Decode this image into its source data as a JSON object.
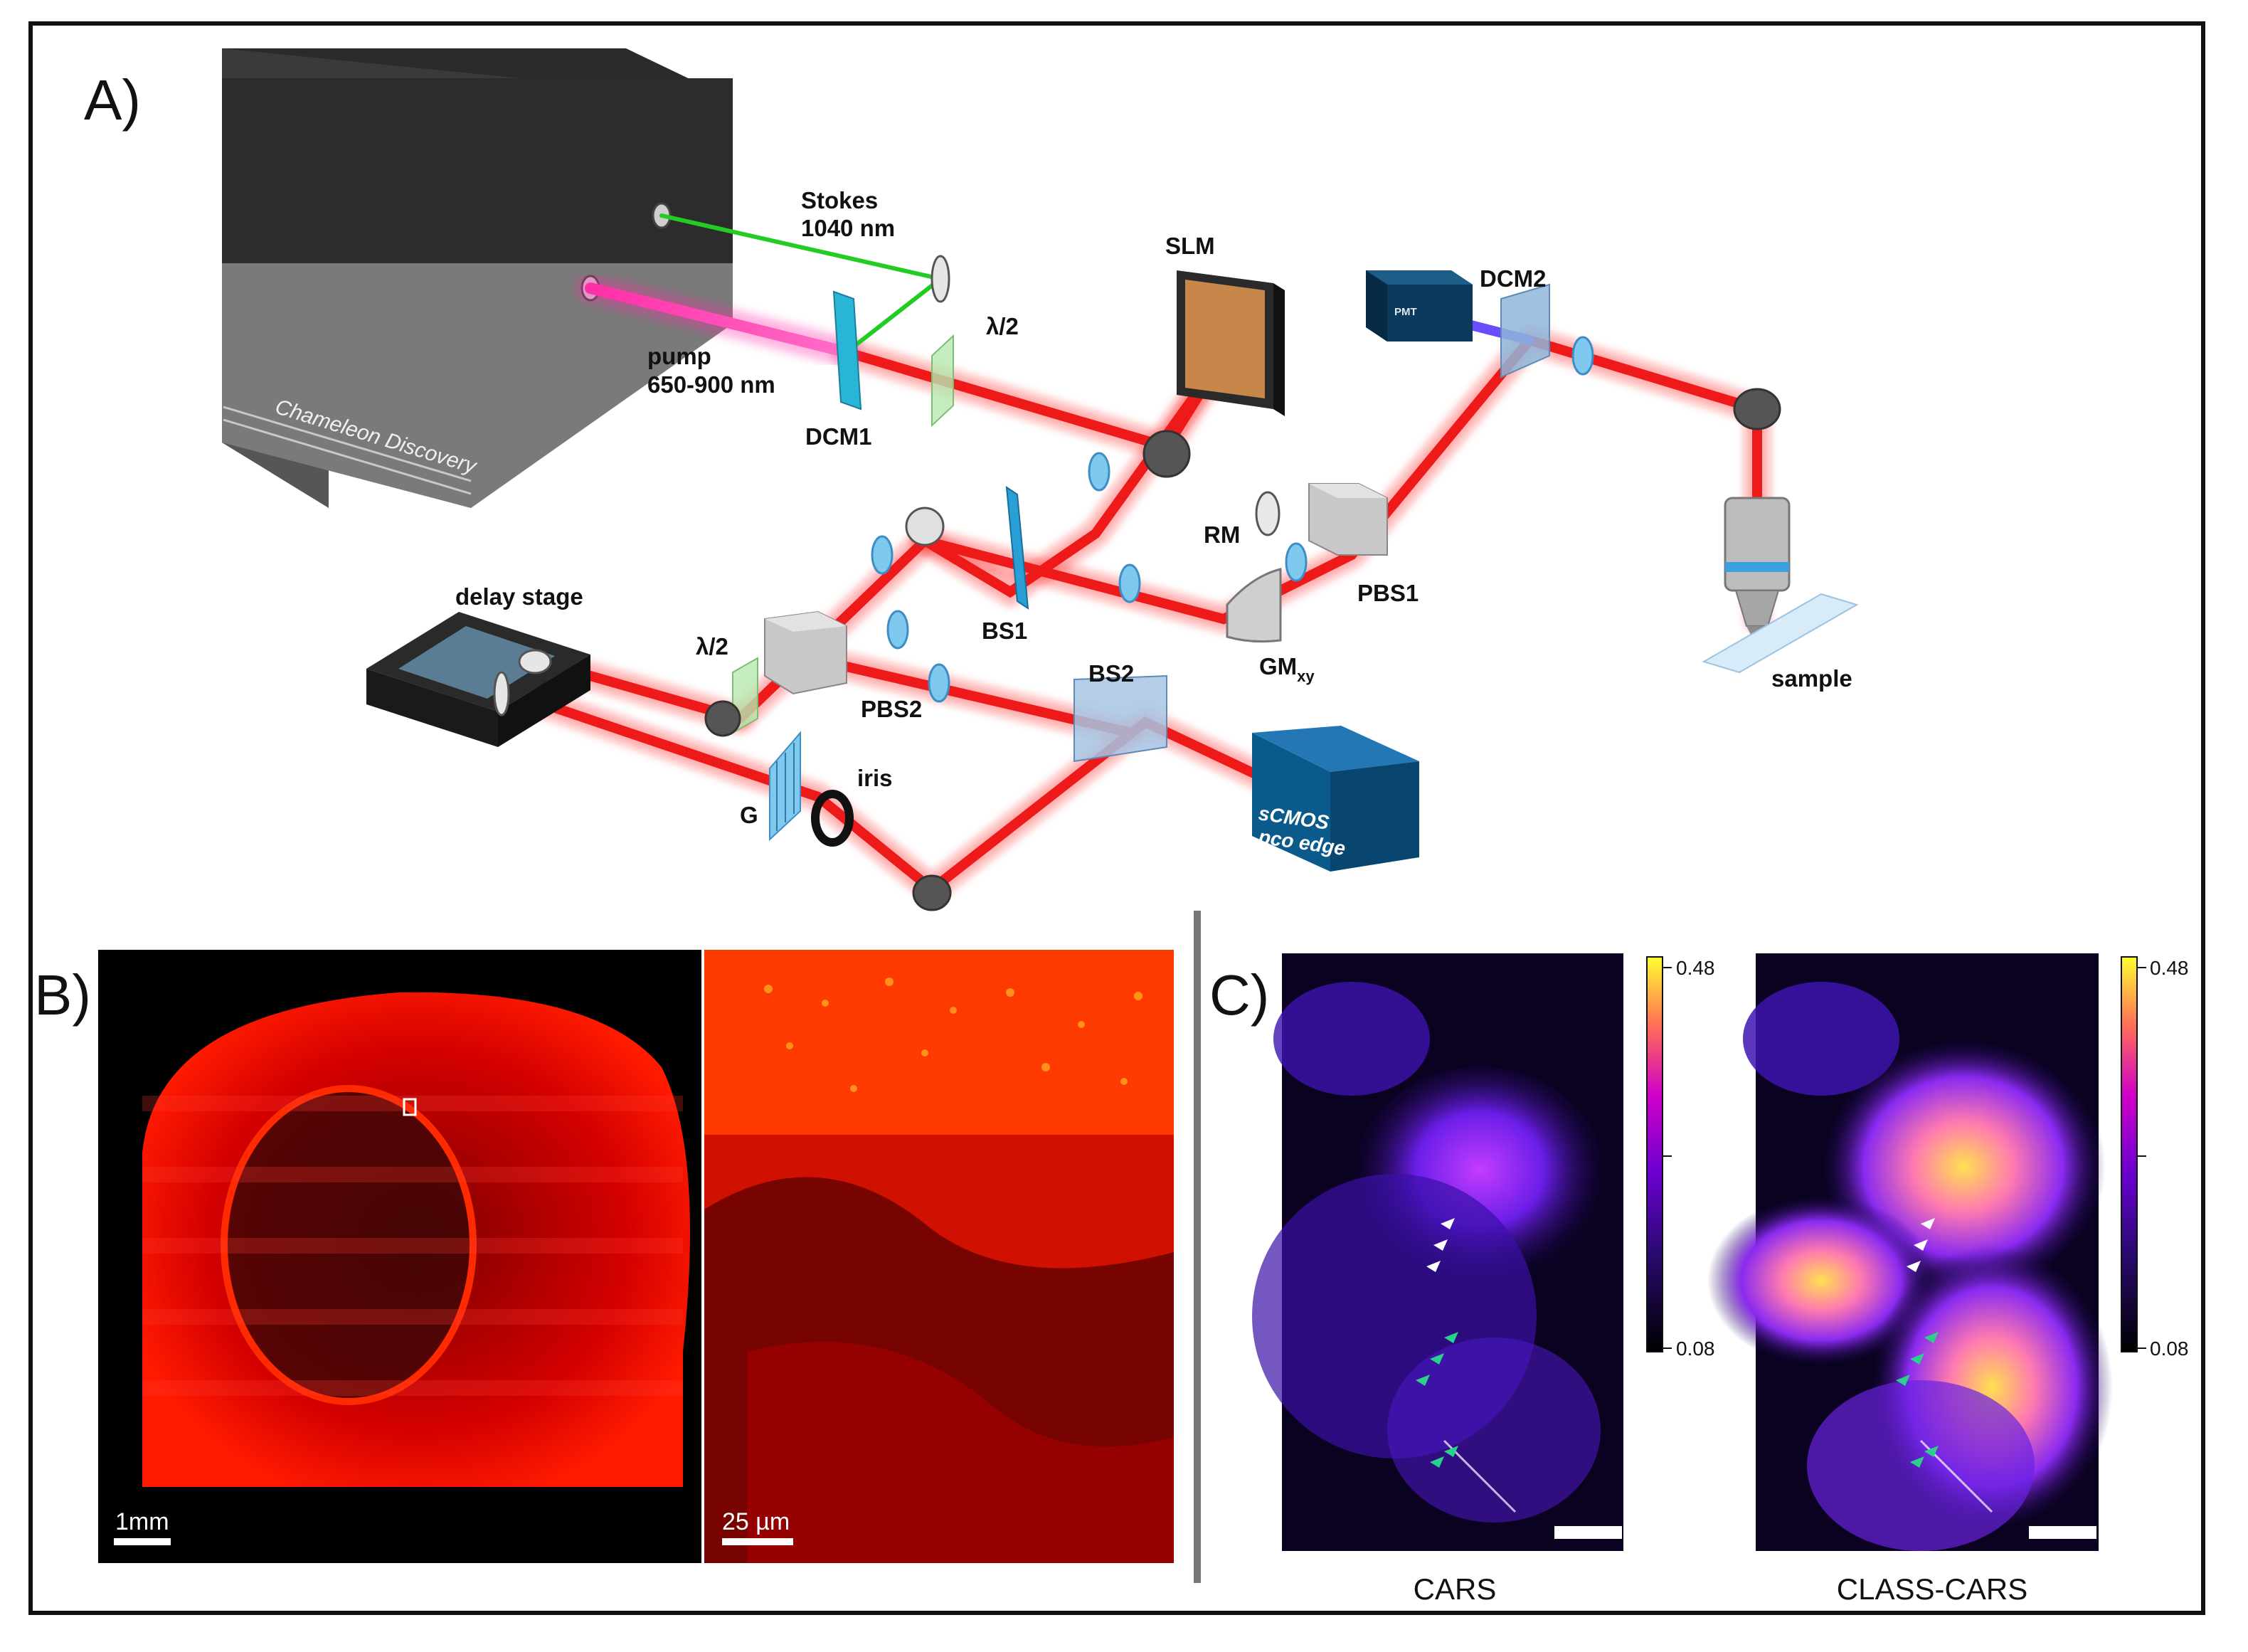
{
  "panels": {
    "a": {
      "letter": "A)"
    },
    "b": {
      "letter": "B)"
    },
    "c": {
      "letter": "C)"
    }
  },
  "laser": {
    "brand": "Chameleon Discovery"
  },
  "components": {
    "stokes": "Stokes",
    "stokes_wl": "1040 nm",
    "pump": "pump",
    "pump_wl": "650-900 nm",
    "dcm1": "DCM1",
    "half_wave_1": "λ/2",
    "slm": "SLM",
    "pmt": "PMT",
    "dcm2": "DCM2",
    "rm": "RM",
    "pbs1": "PBS1",
    "bs1": "BS1",
    "gm": "GM",
    "gm_sub": "xy",
    "sample": "sample",
    "delay_stage": "delay stage",
    "half_wave_2": "λ/2",
    "pbs2": "PBS2",
    "bs2": "BS2",
    "iris": "iris",
    "grating": "G",
    "camera_line1": "sCMOS",
    "camera_line2": "pco edge"
  },
  "images_b": {
    "left_scale": "1mm",
    "right_scale": "25 µm"
  },
  "images_c": {
    "left_caption": "CARS",
    "right_caption": "CLASS-CARS",
    "colorbar_max": "0.48",
    "colorbar_min": "0.08"
  },
  "colors": {
    "beam_red": "#ee1a1a",
    "stokes_green": "#22cc22",
    "pump_magenta": "#ff3fb0",
    "camera_blue": "#0a5a8c"
  }
}
